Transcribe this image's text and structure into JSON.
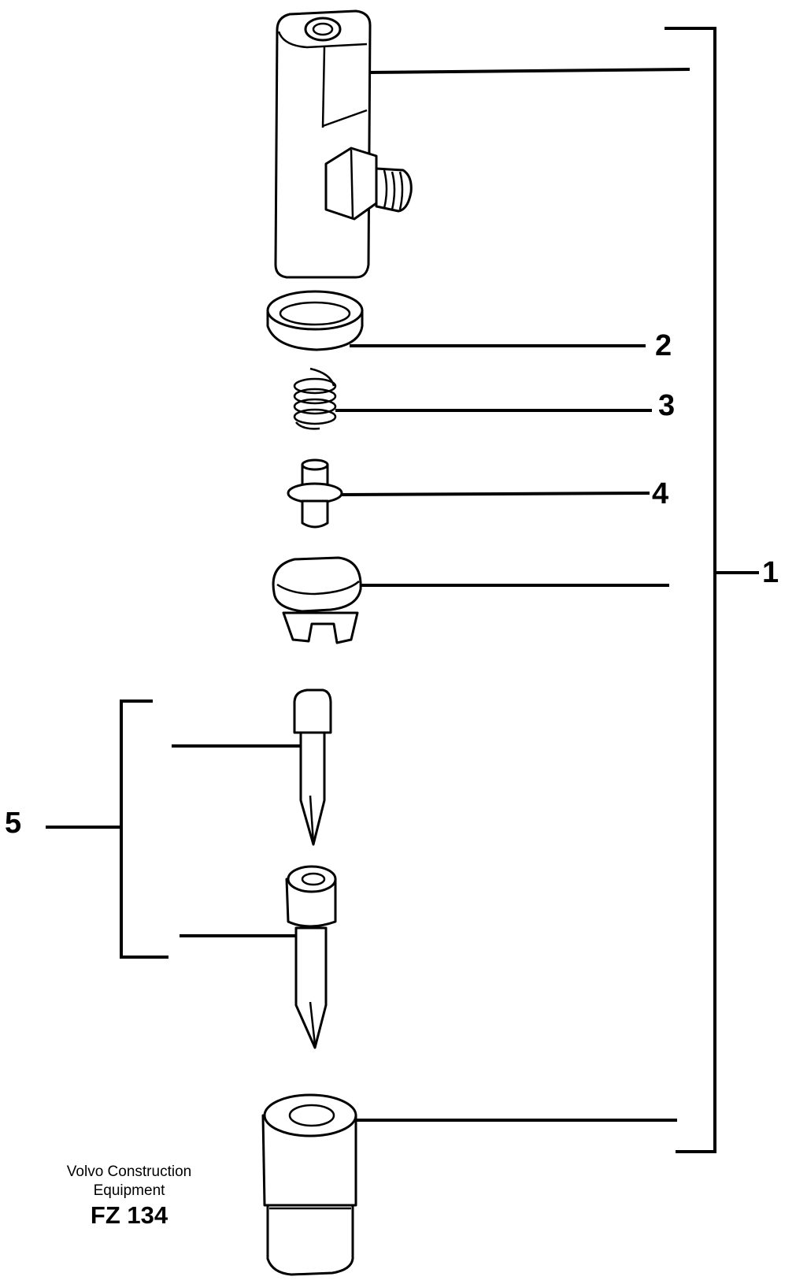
{
  "callouts": [
    {
      "id": "1",
      "text": "1"
    },
    {
      "id": "2",
      "text": "2"
    },
    {
      "id": "3",
      "text": "3"
    },
    {
      "id": "4",
      "text": "4"
    },
    {
      "id": "5",
      "text": "5"
    }
  ],
  "caption": {
    "line1": "Volvo Construction",
    "line2": "Equipment",
    "code": "FZ 134"
  },
  "colors": {
    "ink": "#000000",
    "paper": "#ffffff"
  }
}
